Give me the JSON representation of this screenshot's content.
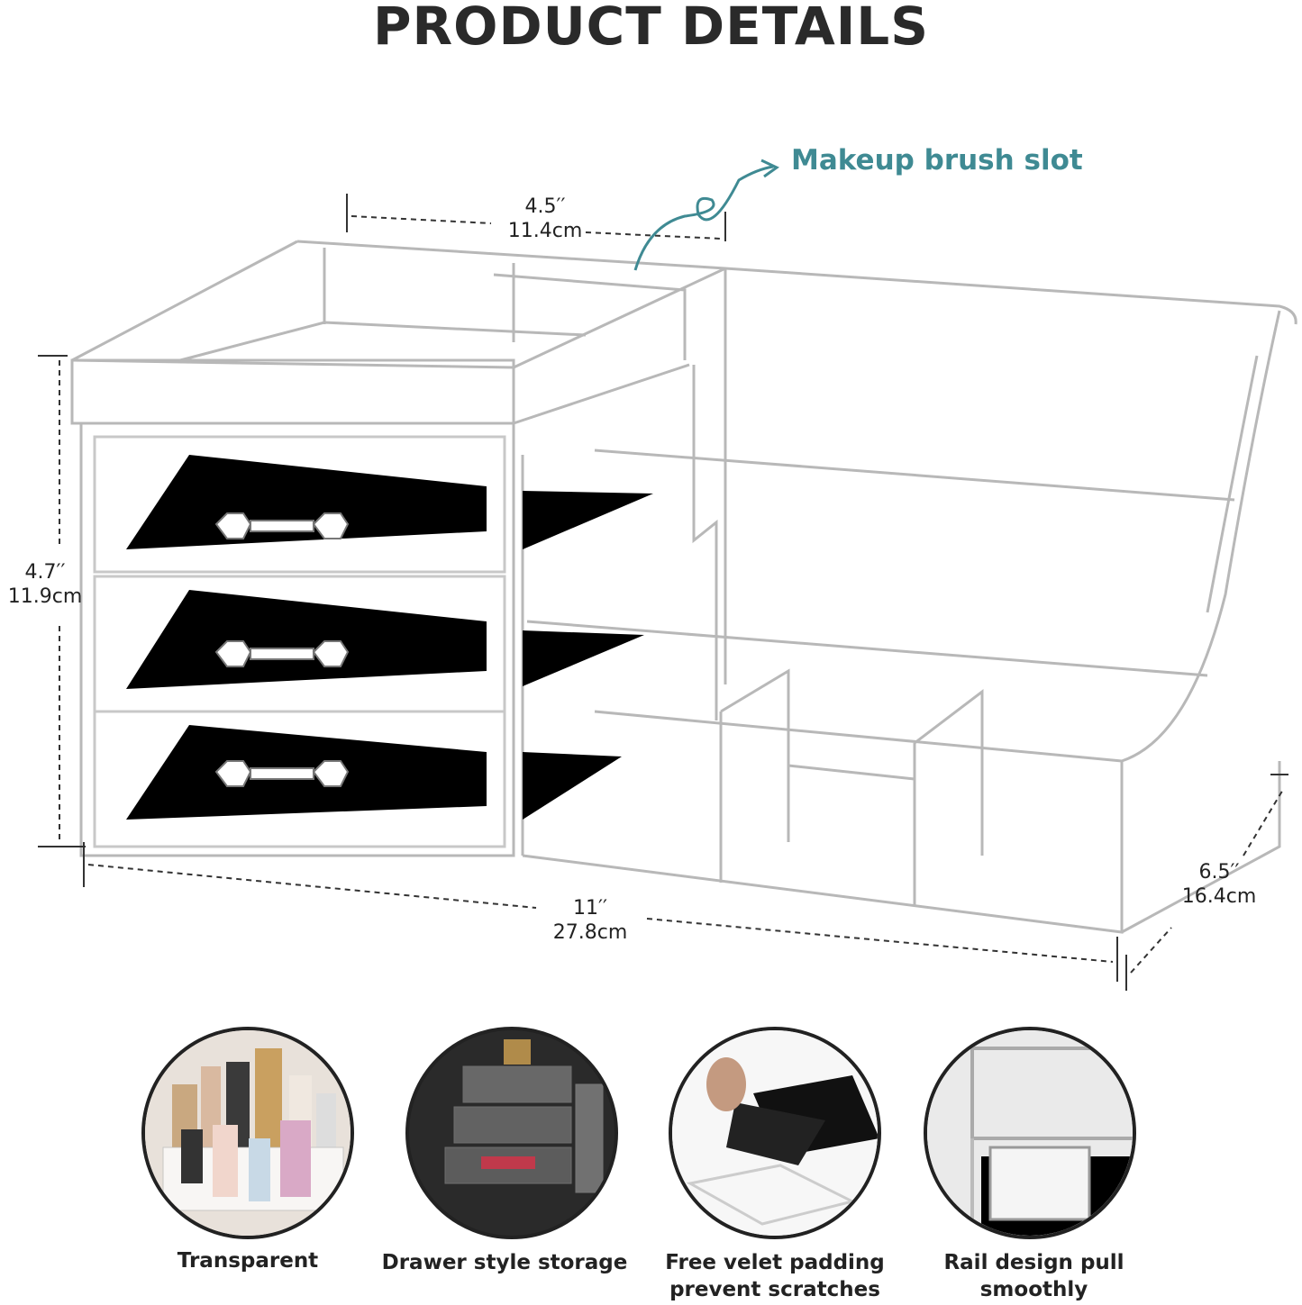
{
  "title": "PRODUCT DETAILS",
  "callout": {
    "label": "Makeup brush slot",
    "color": "#3f8a93"
  },
  "dimensions": {
    "width_top": {
      "inch": "4.5′′",
      "cm": "11.4cm"
    },
    "height": {
      "inch": "4.7′′",
      "cm": "11.9cm"
    },
    "length": {
      "inch": "11′′",
      "cm": "27.8cm"
    },
    "depth": {
      "inch": "6.5′′",
      "cm": "16.4cm"
    }
  },
  "features": [
    {
      "label": "Transparent"
    },
    {
      "label": "Drawer style storage"
    },
    {
      "label": "Free velet padding prevent scratches"
    },
    {
      "label": "Rail design pull smoothly"
    }
  ]
}
